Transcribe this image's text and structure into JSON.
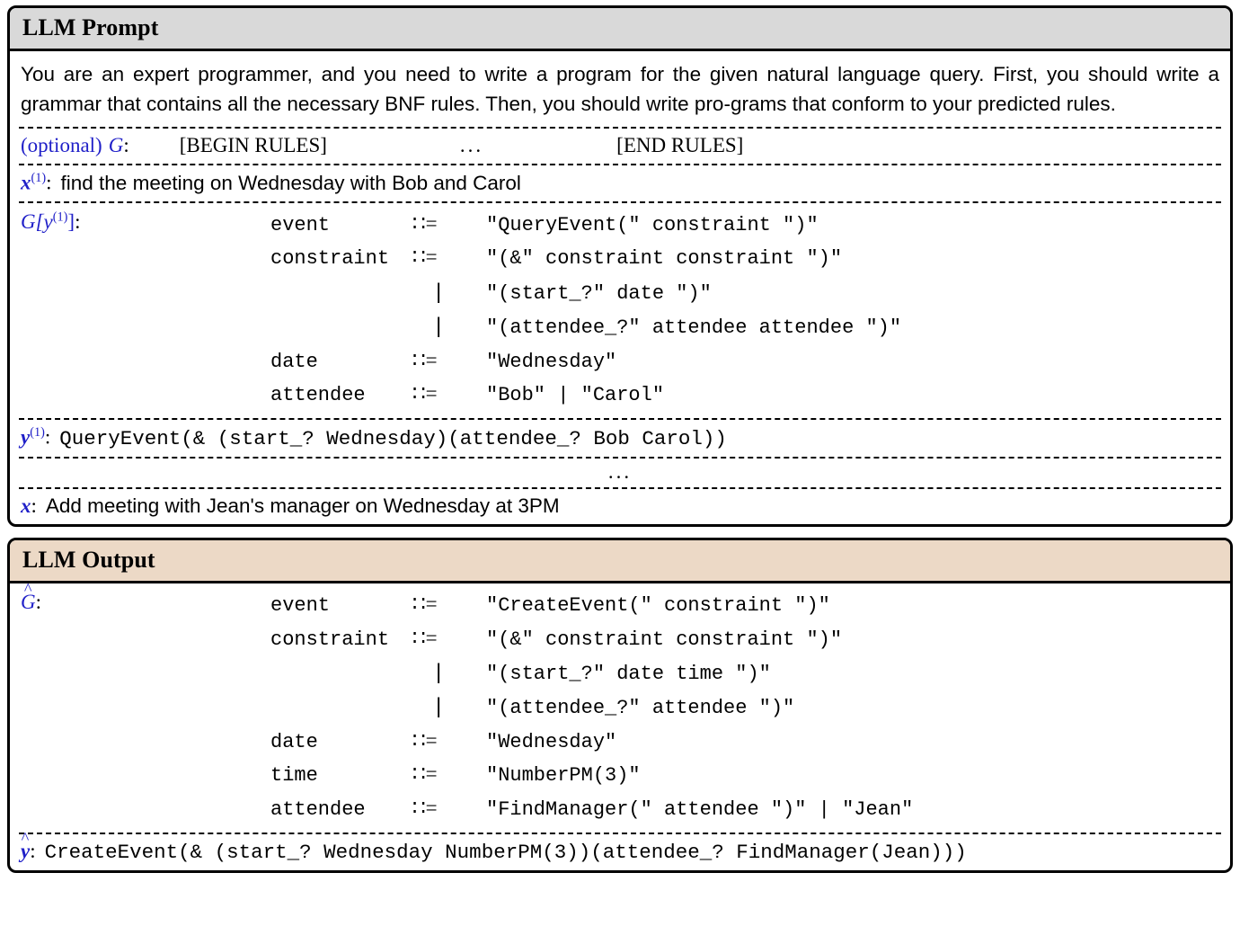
{
  "prompt_panel": {
    "title": "LLM Prompt",
    "instruction": "You are an expert programmer, and you need to write a program for the given natural language query. First, you should write a grammar that contains all the necessary BNF rules. Then, you should write pro-grams that conform to your predicted rules.",
    "optional_rules": {
      "label_prefix": "(optional)",
      "label_symbol": "G",
      "colon": ":",
      "begin_marker": "[BEGIN RULES]",
      "ellipsis": "...",
      "end_marker": "[END RULES]"
    },
    "example_query": {
      "label_symbol": "x",
      "label_superscript": "(1)",
      "colon": ":",
      "text": "find the meeting on Wednesday with Bob and Carol"
    },
    "example_grammar": {
      "label_symbol": "G[y",
      "label_superscript": "(1)",
      "label_suffix": "]",
      "colon": ":",
      "rules": [
        {
          "lhs": "event",
          "op": "::=",
          "rhs": "\"QueryEvent(\" constraint \")\""
        },
        {
          "lhs": "constraint",
          "op": "::=",
          "rhs": "\"(&\" constraint constraint \")\""
        },
        {
          "lhs": "",
          "op": "|",
          "rhs": "\"(start_?\" date \")\""
        },
        {
          "lhs": "",
          "op": "|",
          "rhs": "\"(attendee_?\" attendee attendee \")\""
        },
        {
          "lhs": "date",
          "op": "::=",
          "rhs": "\"Wednesday\""
        },
        {
          "lhs": "attendee",
          "op": "::=",
          "rhs": "\"Bob\" | \"Carol\""
        }
      ]
    },
    "example_program": {
      "label_symbol": "y",
      "label_superscript": "(1)",
      "colon": ":",
      "text": "QueryEvent(& (start_? Wednesday)(attendee_? Bob Carol))"
    },
    "ellipsis_row": "...",
    "test_query": {
      "label_symbol": "x",
      "colon": ":",
      "text": "Add meeting with Jean's manager on Wednesday at 3PM"
    }
  },
  "output_panel": {
    "title": "LLM Output",
    "predicted_grammar": {
      "label_symbol": "G",
      "label_hat": "^",
      "colon": ":",
      "rules": [
        {
          "lhs": "event",
          "op": "::=",
          "rhs": "\"CreateEvent(\" constraint \")\""
        },
        {
          "lhs": "constraint",
          "op": "::=",
          "rhs": "\"(&\" constraint constraint \")\""
        },
        {
          "lhs": "",
          "op": "|",
          "rhs": "\"(start_?\" date time \")\""
        },
        {
          "lhs": "",
          "op": "|",
          "rhs": "\"(attendee_?\" attendee \")\""
        },
        {
          "lhs": "date",
          "op": "::=",
          "rhs": "\"Wednesday\""
        },
        {
          "lhs": "time",
          "op": "::=",
          "rhs": "\"NumberPM(3)\""
        },
        {
          "lhs": "attendee",
          "op": "::=",
          "rhs": "\"FindManager(\" attendee \")\" | \"Jean\""
        }
      ]
    },
    "predicted_program": {
      "label_symbol": "y",
      "label_hat": "^",
      "colon": ":",
      "text": "CreateEvent(& (start_? Wednesday NumberPM(3))(attendee_? FindManager(Jean)))"
    }
  },
  "colors": {
    "prompt_header_bg": "#d9d9d9",
    "output_header_bg": "#ecd9c6",
    "label_blue": "#1f1fc8",
    "border": "#000000"
  }
}
